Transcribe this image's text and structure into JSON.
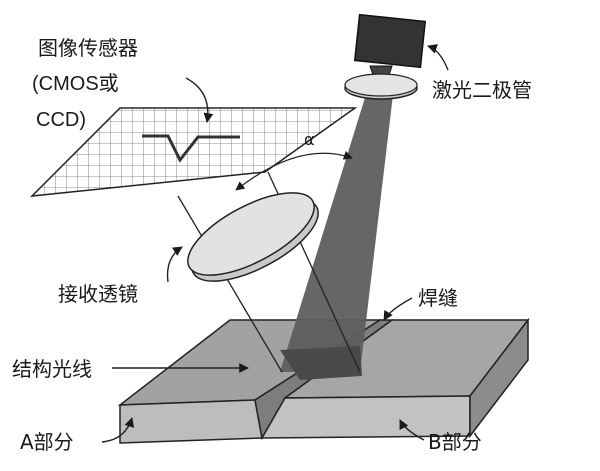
{
  "labels": {
    "image_sensor": "图像传感器",
    "sensor_type_line1": "(CMOS或",
    "sensor_type_line2": "CCD)",
    "laser_diode": "激光二极管",
    "angle": "α",
    "receiving_lens": "接收透镜",
    "weld_seam": "焊缝",
    "structured_light": "结构光线",
    "part_a": "A部分",
    "part_b": "B部分"
  },
  "colors": {
    "laser_beam": "#5e5e5e",
    "laser_body": "#3a3a3a",
    "workpiece_top": "#9a9a9a",
    "workpiece_front": "#b8b8b8",
    "lens": "#d6d6d6",
    "line": "#1a1a1a"
  }
}
